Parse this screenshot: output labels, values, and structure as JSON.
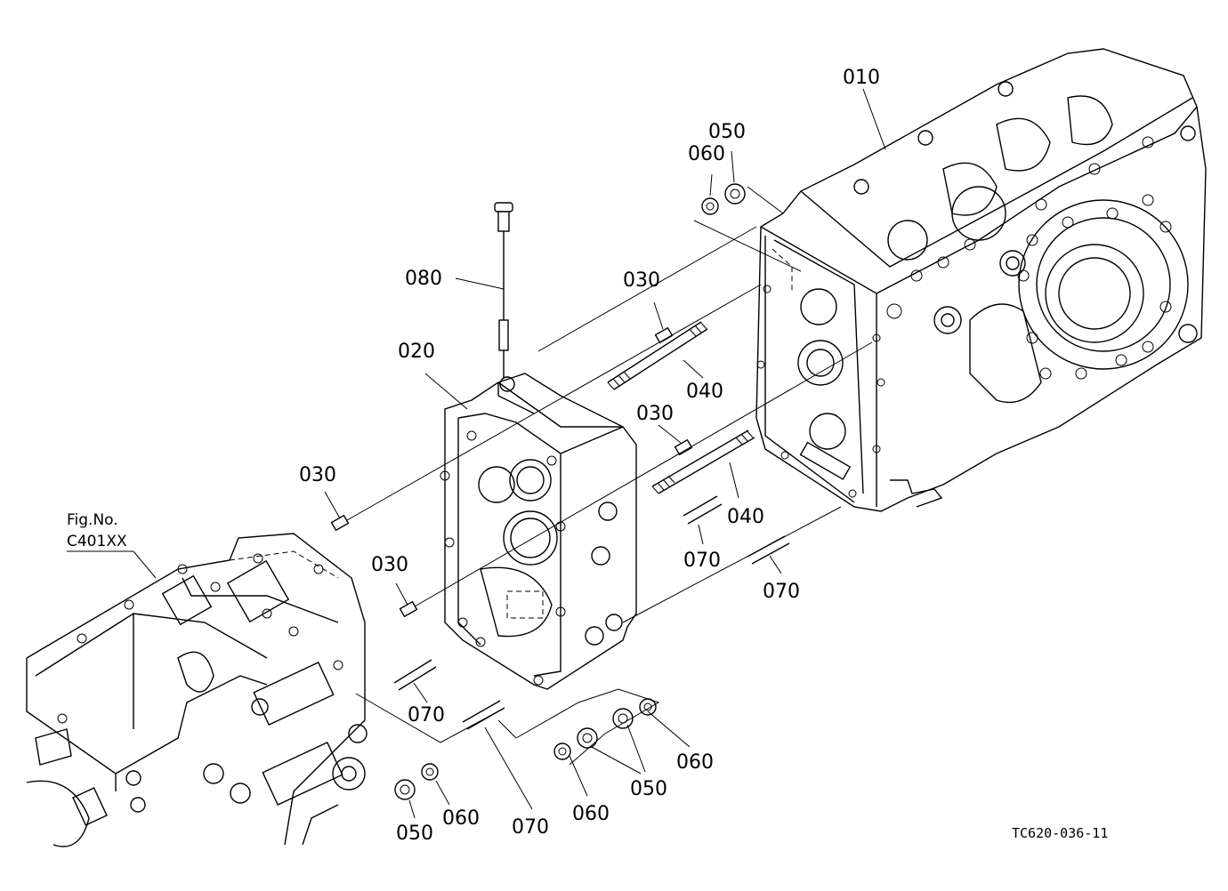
{
  "drawing_id": "TC620-036-11",
  "figure_ref": {
    "line1": "Fig.No.",
    "line2": "C401XX"
  },
  "part_labels": {
    "p010": "010",
    "p020": "020",
    "p030a": "030",
    "p030b": "030",
    "p030c": "030",
    "p030d": "030",
    "p040a": "040",
    "p040b": "040",
    "p050a": "050",
    "p050b": "050",
    "p050c": "050",
    "p060a": "060",
    "p060b": "060",
    "p060c": "060",
    "p060d": "060",
    "p070a": "070",
    "p070b": "070",
    "p070c": "070",
    "p070d": "070",
    "p080": "080"
  }
}
